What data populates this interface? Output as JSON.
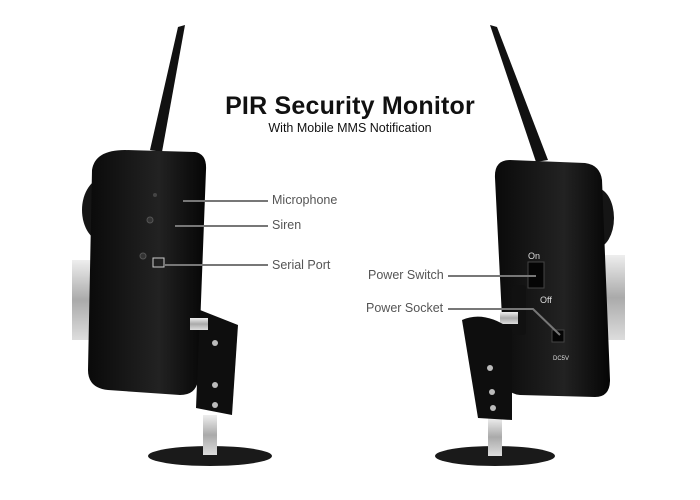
{
  "title": "PIR Security Monitor",
  "subtitle": "With Mobile MMS Notification",
  "callouts": {
    "microphone": "Microphone",
    "siren": "Siren",
    "serial_port": "Serial Port",
    "power_switch": "Power Switch",
    "power_socket": "Power Socket"
  },
  "device_markings": {
    "on": "On",
    "off": "Off",
    "dc": "DC5V"
  }
}
